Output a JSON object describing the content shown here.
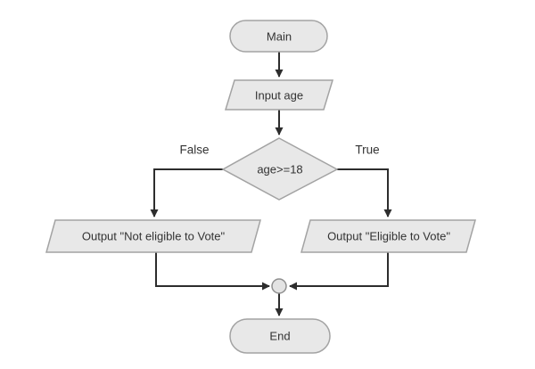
{
  "diagram": {
    "type": "flowchart",
    "colors": {
      "background": "#ffffff",
      "shape_fill": "#e8e8e8",
      "shape_border": "#a3a3a3",
      "line": "#2d2d2d",
      "text": "#333333"
    },
    "nodes": {
      "main": {
        "label": "Main",
        "shape": "terminator"
      },
      "input_age": {
        "label": "Input age",
        "shape": "io-parallelogram"
      },
      "decision": {
        "label": "age>=18",
        "shape": "decision-diamond"
      },
      "output_not_eligible": {
        "label": "Output \"Not eligible to Vote\"",
        "shape": "io-parallelogram"
      },
      "output_eligible": {
        "label": "Output \"Eligible to Vote\"",
        "shape": "io-parallelogram"
      },
      "junction": {
        "label": "",
        "shape": "connector-circle"
      },
      "end": {
        "label": "End",
        "shape": "terminator"
      }
    },
    "edges": {
      "false_label": "False",
      "true_label": "True"
    }
  }
}
